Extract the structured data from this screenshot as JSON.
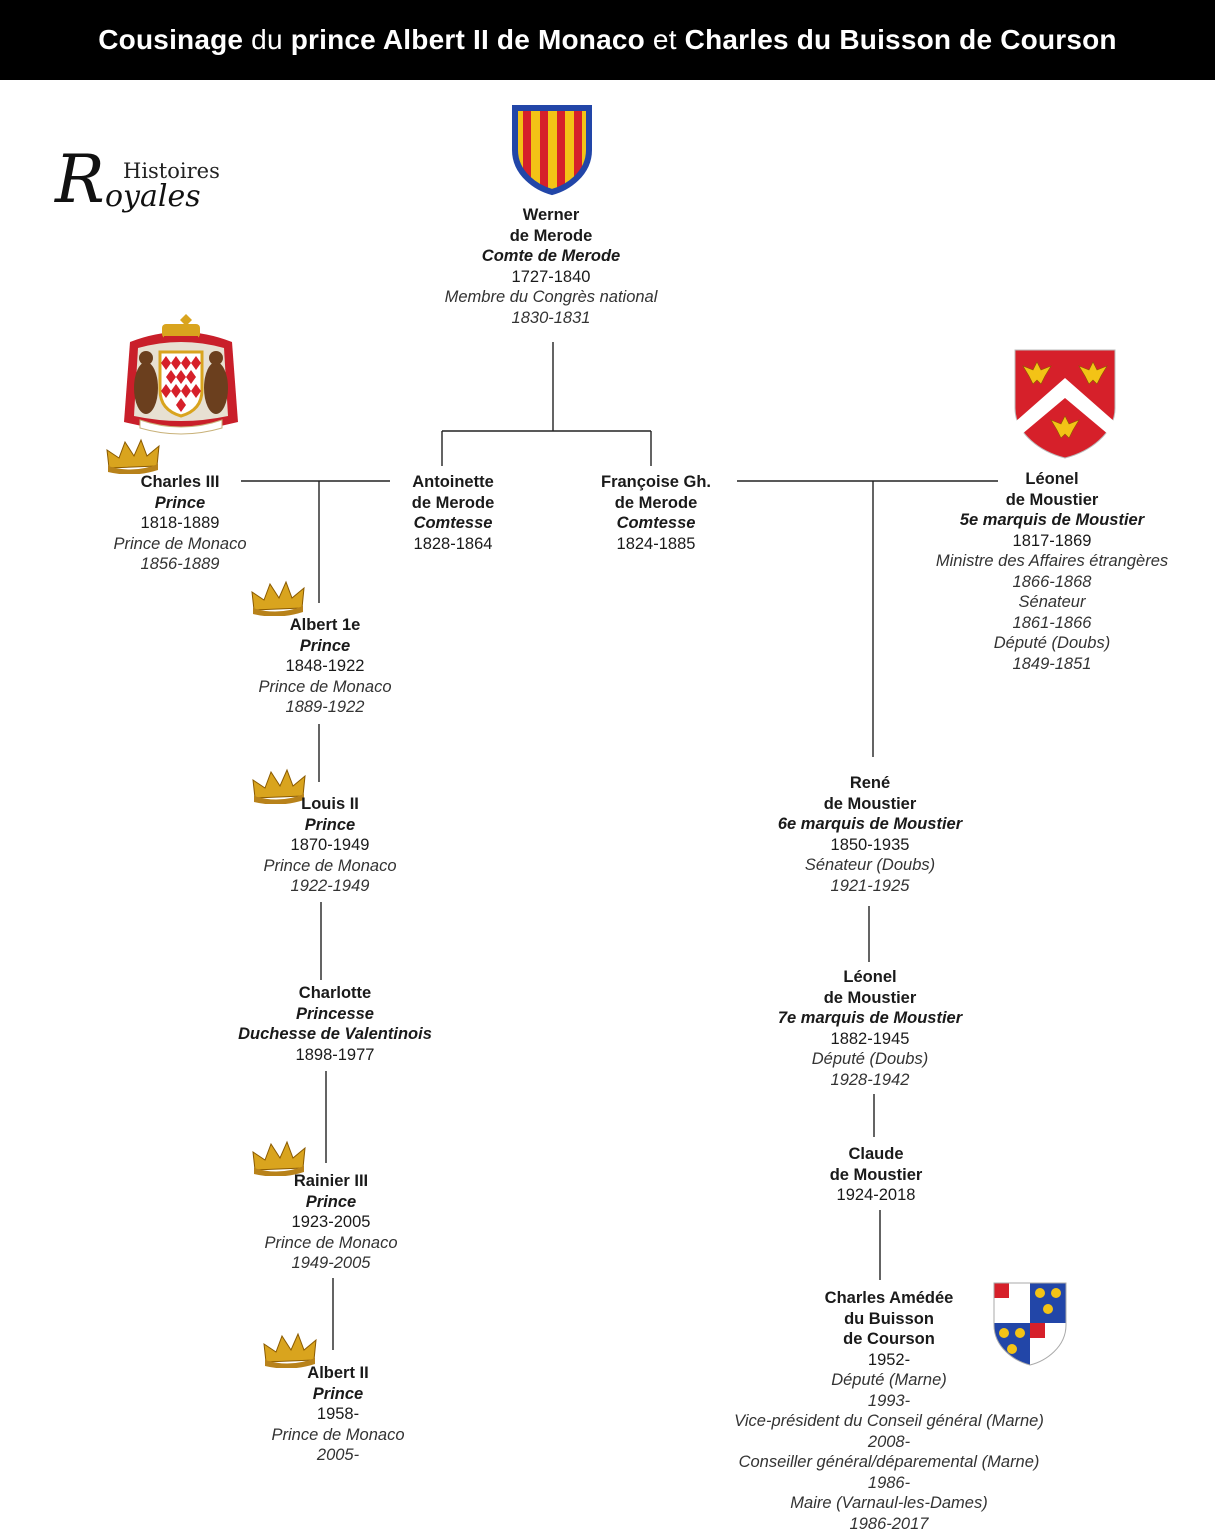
{
  "title": {
    "p1": "Cousinage",
    "p2": " du ",
    "p3": "prince Albert II de Monaco",
    "p4": " et ",
    "p5": "Charles du Buisson de Courson"
  },
  "logo": {
    "initial": "R",
    "line1": "Histoires",
    "line2": "oyales"
  },
  "persons": {
    "werner": {
      "l1": "Werner",
      "l2": "de Merode",
      "title": "Comte de Merode",
      "dates": "1727-1840",
      "role1": "Membre du Congrès national",
      "role1_dates": "1830-1831"
    },
    "charles3": {
      "name": "Charles III",
      "title": "Prince",
      "dates": "1818-1889",
      "role1": "Prince de Monaco",
      "role1_dates": "1856-1889"
    },
    "antoinette": {
      "l1": "Antoinette",
      "l2": "de Merode",
      "title": "Comtesse",
      "dates": "1828-1864"
    },
    "francoise": {
      "l1": "Françoise Gh.",
      "l2": "de Merode",
      "title": "Comtesse",
      "dates": "1824-1885"
    },
    "leonel5": {
      "l1": "Léonel",
      "l2": "de Moustier",
      "title": "5e marquis de Moustier",
      "dates": "1817-1869",
      "role1": "Ministre des Affaires étrangères",
      "role1_dates": "1866-1868",
      "role2": "Sénateur",
      "role2_dates": "1861-1866",
      "role3": "Député (Doubs)",
      "role3_dates": "1849-1851"
    },
    "albert1": {
      "name": "Albert 1e",
      "title": "Prince",
      "dates": "1848-1922",
      "role1": "Prince de Monaco",
      "role1_dates": "1889-1922"
    },
    "louis2": {
      "name": "Louis II",
      "title": "Prince",
      "dates": "1870-1949",
      "role1": "Prince de Monaco",
      "role1_dates": "1922-1949"
    },
    "charlotte": {
      "name": "Charlotte",
      "title": "Princesse",
      "title2": "Duchesse de Valentinois",
      "dates": "1898-1977"
    },
    "rainier3": {
      "name": "Rainier III",
      "title": "Prince",
      "dates": "1923-2005",
      "role1": "Prince de Monaco",
      "role1_dates": "1949-2005"
    },
    "albert2": {
      "name": "Albert II",
      "title": "Prince",
      "dates": "1958-",
      "role1": "Prince de Monaco",
      "role1_dates": "2005-"
    },
    "rene": {
      "l1": "René",
      "l2": "de Moustier",
      "title": "6e marquis de Moustier",
      "dates": "1850-1935",
      "role1": "Sénateur (Doubs)",
      "role1_dates": "1921-1925"
    },
    "leonel7": {
      "l1": "Léonel",
      "l2": "de Moustier",
      "title": "7e marquis de Moustier",
      "dates": "1882-1945",
      "role1": "Député (Doubs)",
      "role1_dates": "1928-1942"
    },
    "claude": {
      "l1": "Claude",
      "l2": "de Moustier",
      "dates": "1924-2018"
    },
    "charlesamedee": {
      "l1": "Charles Amédée",
      "l2": "du Buisson",
      "l3": "de Courson",
      "dates": "1952-",
      "role1": "Député (Marne)",
      "role1_dates": "1993-",
      "role2": "Vice-président du Conseil général (Marne)",
      "role2_dates": "2008-",
      "role3": "Conseiller général/déparemental (Marne)",
      "role3_dates": "1986-",
      "role4": "Maire (Varnaul-les-Dames)",
      "role4_dates": "1986-2017"
    }
  },
  "icons": {
    "crown": "gold-crown-icon",
    "merode": "merode-coat-of-arms-icon",
    "monaco": "monaco-coat-of-arms-icon",
    "moustier": "moustier-coat-of-arms-icon",
    "courson": "courson-coat-of-arms-icon"
  },
  "colors": {
    "banner_bg": "#000000",
    "banner_text": "#ffffff",
    "gold": "#d9a41e",
    "shield_red": "#d6202a",
    "shield_yellow": "#f3c316",
    "shield_blue": "#2246a8"
  }
}
